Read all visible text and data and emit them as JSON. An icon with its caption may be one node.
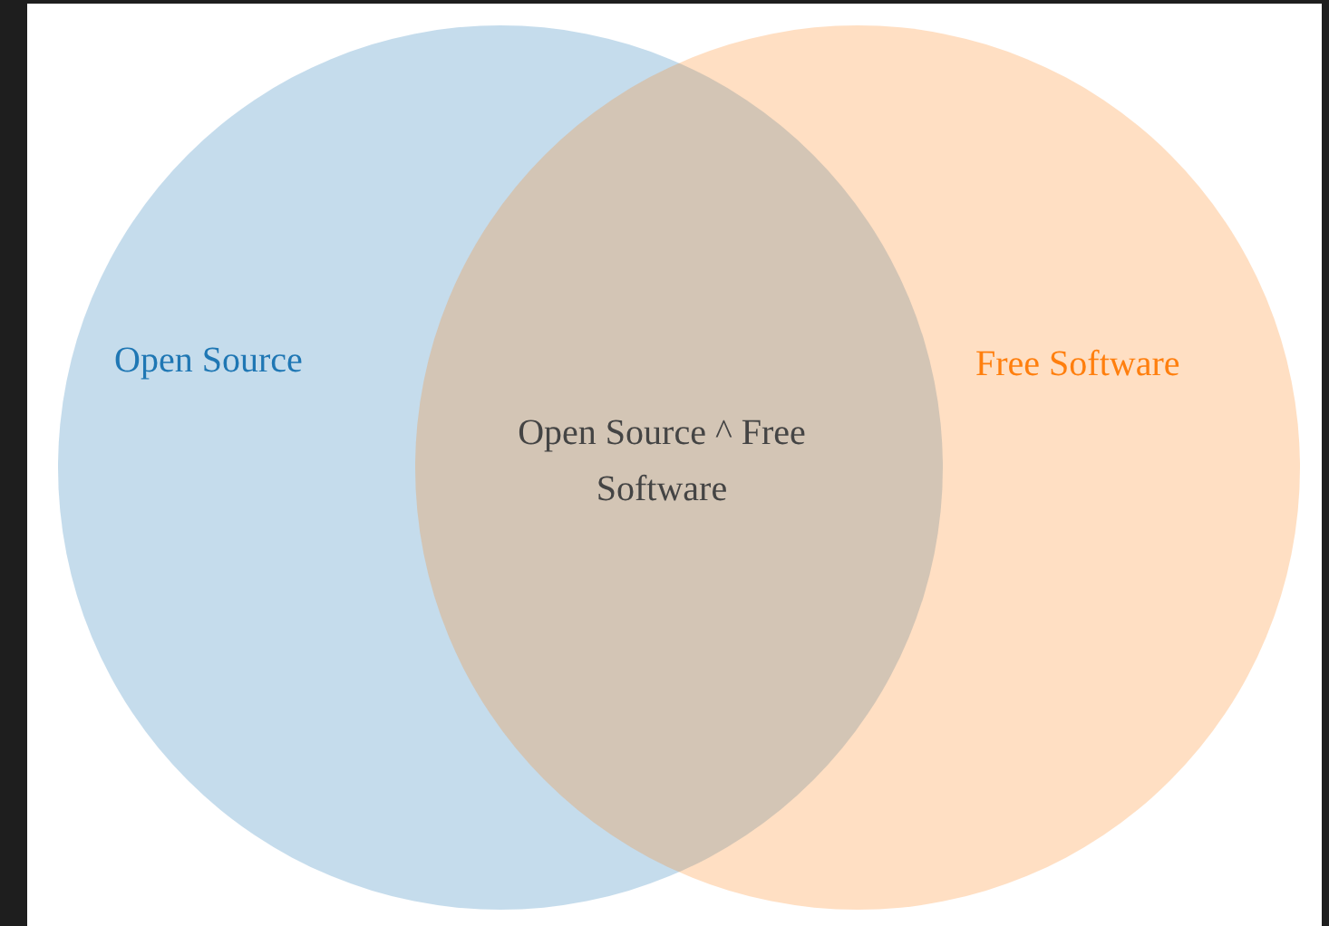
{
  "diagram": {
    "nodes": [
      {
        "text": [
          "Open Source"
        ]
      },
      {
        "text": [
          "Free Software"
        ]
      }
    ],
    "labels": [
      "Open Source ^ Free Software"
    ]
  }
}
